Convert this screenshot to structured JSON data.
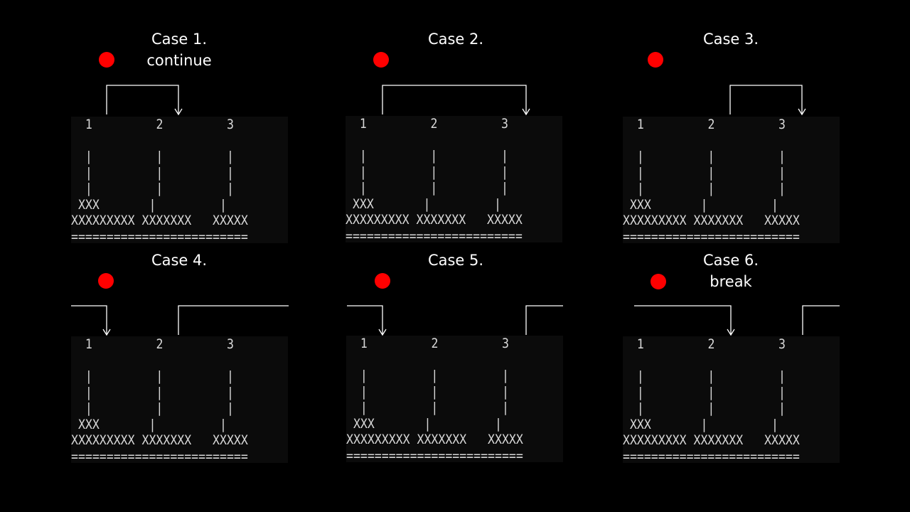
{
  "cases": [
    {
      "title": "Case 1.",
      "subtitle": "continue",
      "columns": [
        "1",
        "2",
        "3"
      ],
      "rows": [
        "",
        "|         |         |",
        "|         |         |",
        "|         |         |",
        "XXX       |         |"
      ],
      "base": "XXXXXXXXX XXXXXXX   XXXXX",
      "floor": "========================="
    },
    {
      "title": "Case 2.",
      "subtitle": "",
      "columns": [
        "1",
        "2",
        "3"
      ],
      "rows": [
        "",
        "|         |         |",
        "|         |         |",
        "|         |         |",
        "XXX       |         |"
      ],
      "base": "XXXXXXXXX XXXXXXX   XXXXX",
      "floor": "========================="
    },
    {
      "title": "Case 3.",
      "subtitle": "",
      "columns": [
        "1",
        "2",
        "3"
      ],
      "rows": [
        "",
        "|         |         |",
        "|         |         |",
        "|         |         |",
        "XXX       |         |"
      ],
      "base": "XXXXXXXXX XXXXXXX   XXXXX",
      "floor": "========================="
    },
    {
      "title": "Case 4.",
      "subtitle": "",
      "columns": [
        "1",
        "2",
        "3"
      ],
      "rows": [
        "",
        "|         |         |",
        "|         |         |",
        "|         |         |",
        "XXX       |         |"
      ],
      "base": "XXXXXXXXX XXXXXXX   XXXXX",
      "floor": "========================="
    },
    {
      "title": "Case 5.",
      "subtitle": "",
      "columns": [
        "1",
        "2",
        "3"
      ],
      "rows": [
        "",
        "|         |         |",
        "|         |         |",
        "|         |         |",
        "XXX       |         |"
      ],
      "base": "XXXXXXXXX XXXXXXX   XXXXX",
      "floor": "========================="
    },
    {
      "title": "Case 6.",
      "subtitle": "break",
      "columns": [
        "1",
        "2",
        "3"
      ],
      "rows": [
        "",
        "|         |         |",
        "|         |         |",
        "|         |         |",
        "XXX       |         |"
      ],
      "base": "XXXXXXXXX XXXXXXX   XXXXX",
      "floor": "========================="
    }
  ],
  "colors": {
    "background": "#000000",
    "marker": "#ff0000",
    "panel": "#0b0b0b",
    "text": "#ffffff",
    "terminal_text": "#d8d8d8",
    "arrow": "#ffffff"
  }
}
